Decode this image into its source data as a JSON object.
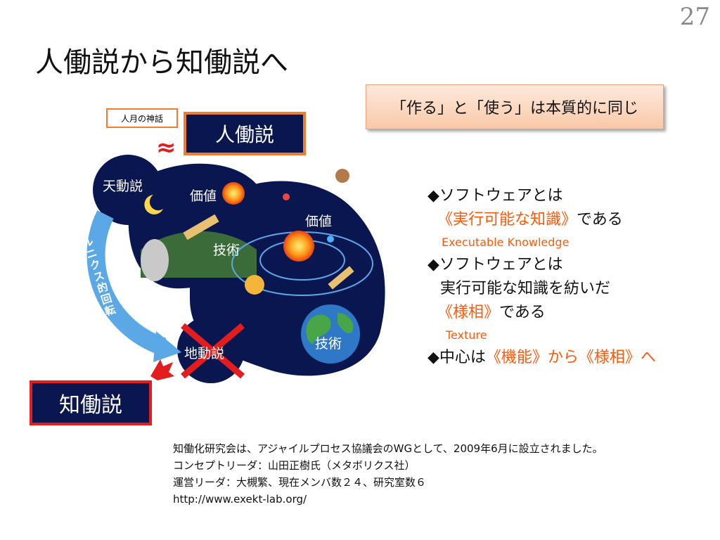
{
  "page_number": "27",
  "title": "人働説から知働説へ",
  "summary": "「作る」と「使う」は本質的に同じ",
  "diagram": {
    "tag_small": "人月の神話",
    "human_box": "人働説",
    "knowledge_box": "知働説",
    "approx_icon": "approx-icon",
    "labels": {
      "tendou": "天動説",
      "kachi_left": "価値",
      "kachi_right": "価値",
      "gijutsu_left": "技術",
      "gijutsu_right": "技術",
      "chidou": "地動説",
      "copernicus": "コペルニクス的回転"
    },
    "colors": {
      "night": "#0a1650",
      "orange": "#ed7d31",
      "red": "#e31d1d",
      "arrow": "#5aa9e6"
    }
  },
  "bullets": {
    "b1_prefix": "◆ソフトウェアとは",
    "b1_highlight": "《実行可能な知識》",
    "b1_suffix": "である",
    "b1_note": "Executable Knowledge",
    "b2_prefix": "◆ソフトウェアとは",
    "b2_line2": "実行可能な知識を紡いだ",
    "b2_highlight": "《様相》",
    "b2_suffix": "である",
    "b2_note": "Texture",
    "b3_prefix": "◆中心は",
    "b3_highlight": "《機能》から《様相》へ"
  },
  "footer": {
    "line1": "知働化研究会は、アジャイルプロセス協議会のWGとして、2009年6月に設立されました。",
    "line2": "コンセプトリーダ：山田正樹氏（メタボリクス社）",
    "line3": "運営リーダ：大槻繁、現在メンバ数２４、研究室数６",
    "line4": "http://www.exekt-lab.org/"
  }
}
